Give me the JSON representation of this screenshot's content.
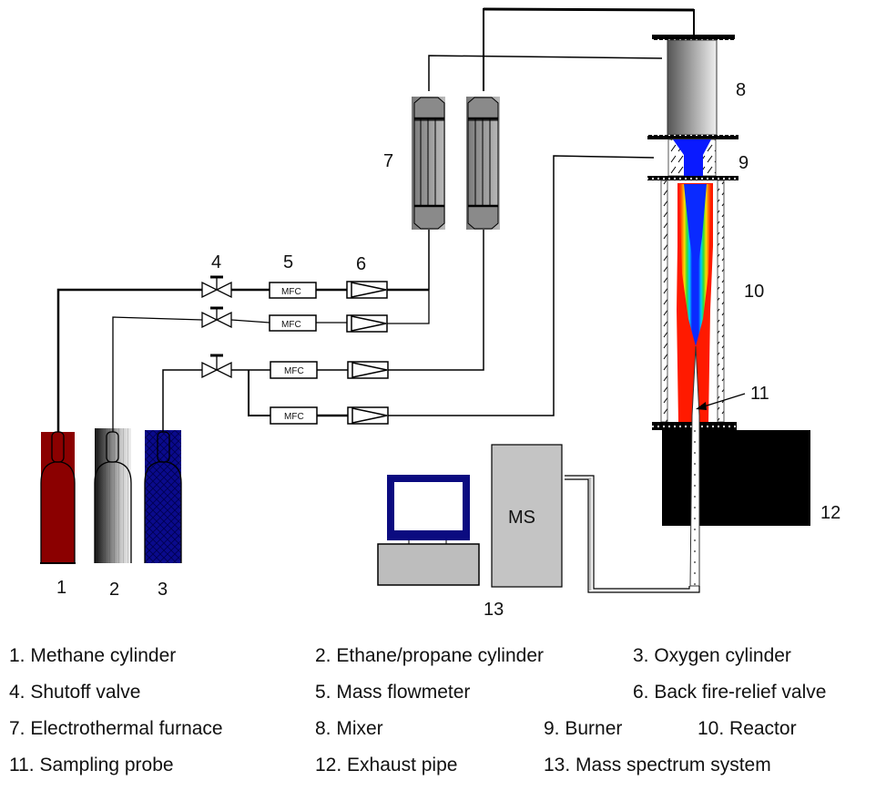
{
  "diagram": {
    "component_numbers": {
      "n1": "1",
      "n2": "2",
      "n3": "3",
      "n4": "4",
      "n5": "5",
      "n6": "6",
      "n7": "7",
      "n8": "8",
      "n9": "9",
      "n10": "10",
      "n11": "11",
      "n12": "12",
      "n13": "13"
    },
    "mfc_label": "MFC",
    "ms_label": "MS",
    "colors": {
      "methane_cylinder": "#8b0000",
      "oxygen_cylinder": "#0a0a8c",
      "monitor_frame": "#0b0b80",
      "burner_flow": "#0a1aff",
      "equipment_gray": "#c0c0c0",
      "exhaust": "#000000"
    }
  },
  "legend": {
    "items": [
      {
        "num": "1",
        "text": "1. Methane cylinder"
      },
      {
        "num": "2",
        "text": "2. Ethane/propane cylinder"
      },
      {
        "num": "3",
        "text": "3. Oxygen cylinder"
      },
      {
        "num": "4",
        "text": "4. Shutoff valve"
      },
      {
        "num": "5",
        "text": "5. Mass flowmeter"
      },
      {
        "num": "6",
        "text": "6. Back fire-relief valve"
      },
      {
        "num": "7",
        "text": "7. Electrothermal furnace"
      },
      {
        "num": "8",
        "text": "8. Mixer"
      },
      {
        "num": "9",
        "text": "9. Burner"
      },
      {
        "num": "10",
        "text": "10. Reactor"
      },
      {
        "num": "11",
        "text": "11. Sampling probe"
      },
      {
        "num": "12",
        "text": "12. Exhaust pipe"
      },
      {
        "num": "13",
        "text": "13. Mass spectrum system"
      }
    ]
  }
}
